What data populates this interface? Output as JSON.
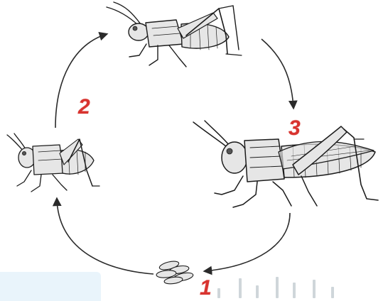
{
  "diagram": {
    "stages": [
      {
        "id": "eggs",
        "label": "1"
      },
      {
        "id": "nymph",
        "label": "2"
      },
      {
        "id": "adult",
        "label": "3"
      }
    ],
    "colors": {
      "label_red": "#d8332f",
      "ink": "#1c1c1c",
      "watermark_panel": "#e9f4fb"
    },
    "icons": [
      "eggs-icon",
      "nymph-grasshopper-icon",
      "young-grasshopper-icon",
      "adult-grasshopper-icon"
    ]
  }
}
